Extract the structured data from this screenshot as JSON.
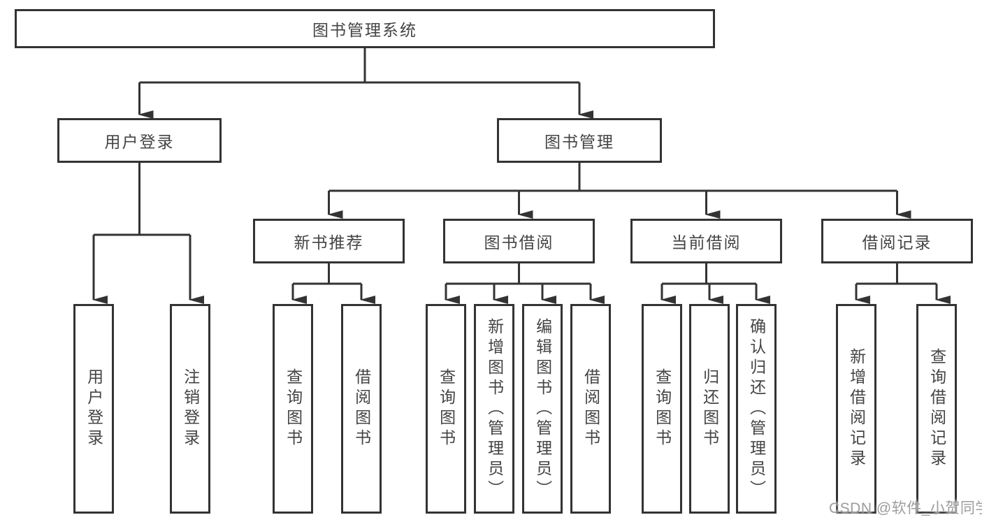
{
  "diagram": {
    "title": "图书管理系统",
    "watermark": "CSDN @软件_小贺同学",
    "colors": {
      "line": "#333333",
      "box_border": "#333333",
      "text": "#444444",
      "watermark": "#9c9c9c",
      "background": "#ffffff"
    },
    "level1": [
      {
        "label": "用户登录"
      },
      {
        "label": "图书管理"
      }
    ],
    "level2": [
      {
        "label": "新书推荐"
      },
      {
        "label": "图书借阅"
      },
      {
        "label": "当前借阅"
      },
      {
        "label": "借阅记录"
      }
    ],
    "leaves": {
      "user_login": [
        "用户登录",
        "注销登录"
      ],
      "new_book_rec": [
        "查询图书",
        "借阅图书"
      ],
      "book_borrow": [
        "查询图书",
        "新增图书（管理员）",
        "编辑图书（管理员）",
        "借阅图书"
      ],
      "current_borrow": [
        "查询图书",
        "归还图书",
        "确认归还（管理员）"
      ],
      "borrow_record": [
        "新增借阅记录",
        "查询借阅记录"
      ]
    }
  }
}
